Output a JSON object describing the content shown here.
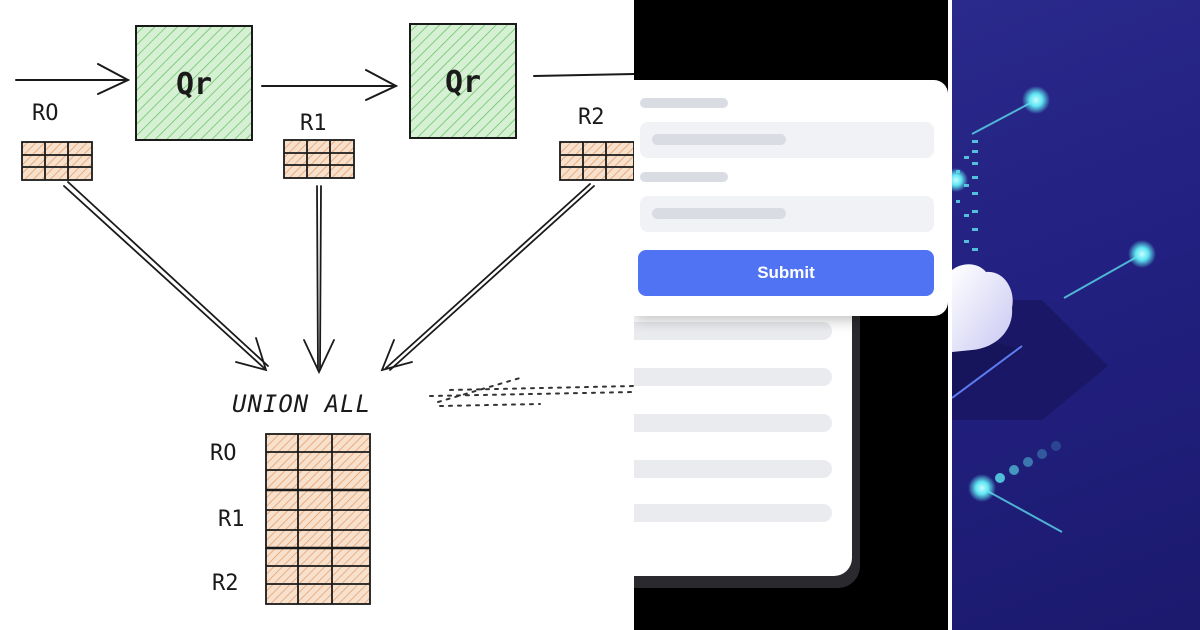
{
  "diagram": {
    "query_label_1": "Qr",
    "query_label_2": "Qr",
    "result_label_0": "RO",
    "result_label_1": "R1",
    "result_label_2": "R2",
    "union_label": "UNION ALL",
    "stack_label_0": "RO",
    "stack_label_1": "R1",
    "stack_label_2": "R2",
    "colors": {
      "query_box": "#cfeccc",
      "query_hatch": "#7cc97a",
      "table_fill": "#f6dcc6",
      "table_hatch": "#e2a071",
      "ink": "#1a1a1a"
    }
  },
  "form": {
    "submit_label": "Submit",
    "accent_color": "#4f73f2"
  },
  "tech_panel": {
    "icons": [
      "cloud-icon",
      "data-node-icon"
    ],
    "colors": {
      "background": "#242282",
      "glow": "#5fe6f2"
    }
  }
}
